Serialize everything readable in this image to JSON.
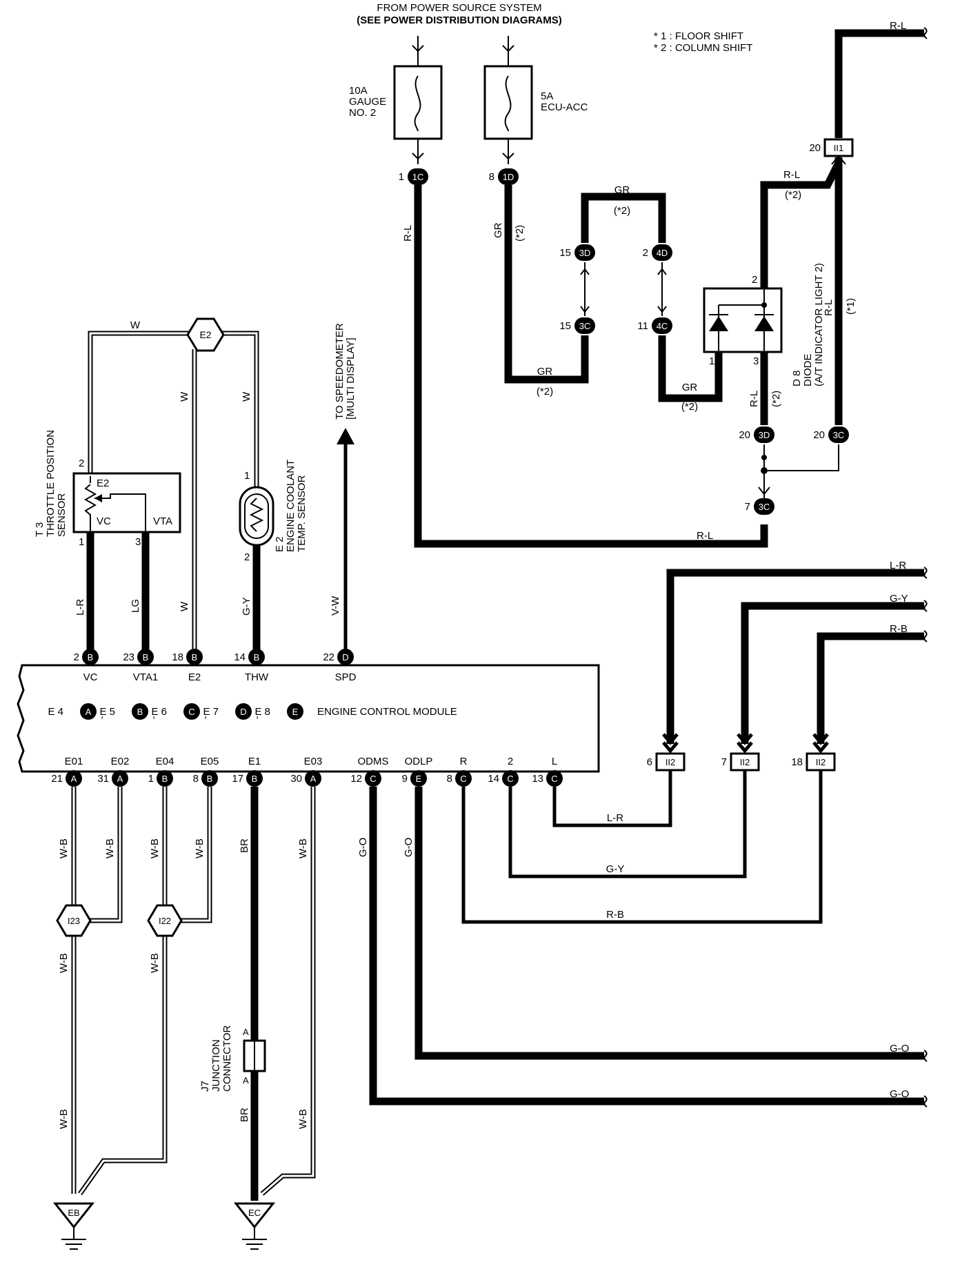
{
  "power": {
    "line1": "FROM POWER SOURCE SYSTEM",
    "line2": "(SEE POWER DISTRIBUTION DIAGRAMS)"
  },
  "notes": [
    "* 1 : FLOOR SHIFT",
    "* 2 : COLUMN SHIFT"
  ],
  "fuses": [
    {
      "label": [
        "10A",
        "GAUGE",
        "NO. 2"
      ]
    },
    {
      "label": [
        "5A",
        "ECU-ACC"
      ]
    }
  ],
  "connectors": {
    "c1C_top": {
      "pin": "1",
      "code": "1C"
    },
    "c1D_top": {
      "pin": "8",
      "code": "1D"
    },
    "c3D_top": {
      "pin": "15",
      "code": "3D"
    },
    "c4D_top": {
      "pin": "2",
      "code": "4D"
    },
    "c3C_mid": {
      "pin": "15",
      "code": "3C"
    },
    "c4C_mid": {
      "pin": "11",
      "code": "4C"
    },
    "c3D_low": {
      "pin": "20",
      "code": "3D"
    },
    "c3C_low": {
      "pin": "20",
      "code": "3C"
    },
    "c3C_bot": {
      "pin": "7",
      "code": "3C"
    },
    "ii1": {
      "pin": "20",
      "code": "II1"
    },
    "ii2a": {
      "pin": "6",
      "code": "II2"
    },
    "ii2b": {
      "pin": "7",
      "code": "II2"
    },
    "ii2c": {
      "pin": "18",
      "code": "II2"
    }
  },
  "wires": {
    "r_l": "R-L",
    "gr": "GR",
    "star1": "(*1)",
    "star2": "(*2)",
    "w": "W",
    "l_r": "L-R",
    "lg": "LG",
    "g_y": "G-Y",
    "v_w": "V-W",
    "r_b": "R-B",
    "w_b": "W-B",
    "br": "BR",
    "g_o": "G-O"
  },
  "diode": {
    "pins": [
      "2",
      "1",
      "3"
    ],
    "label": [
      "D 8",
      "DIODE",
      "(A/T INDICATOR LIGHT 2)"
    ]
  },
  "splices": {
    "e2": "E2",
    "i23": "I23",
    "i22": "I22"
  },
  "throttle": {
    "label": [
      "T 3",
      "THROTTLE POSITION",
      "SENSOR"
    ],
    "pin_top": "2",
    "pin_vc": "1",
    "pin_vta": "3",
    "e2": "E2",
    "vc": "VC",
    "vta": "VTA"
  },
  "coolant": {
    "label": [
      "E 2",
      "ENGINE COOLANT",
      "TEMP. SENSOR"
    ],
    "pin_top": "1",
    "pin_bot": "2"
  },
  "speedo": {
    "label": [
      "TO SPEEDOMETER",
      "[MULTI DISPLAY]"
    ]
  },
  "ecm": {
    "title": "ENGINE CONTROL MODULE",
    "connectors": [
      {
        "name": "E 4",
        "code": "A"
      },
      {
        "name": "E 5",
        "code": "B"
      },
      {
        "name": "E 6",
        "code": "C"
      },
      {
        "name": "E 7",
        "code": "D"
      },
      {
        "name": "E 8",
        "code": "E"
      }
    ],
    "top_pins": [
      {
        "num": "2",
        "code": "B",
        "name": "VC"
      },
      {
        "num": "23",
        "code": "B",
        "name": "VTA1"
      },
      {
        "num": "18",
        "code": "B",
        "name": "E2"
      },
      {
        "num": "14",
        "code": "B",
        "name": "THW"
      },
      {
        "num": "22",
        "code": "D",
        "name": "SPD"
      }
    ],
    "bottom_pins": [
      {
        "num": "21",
        "code": "A",
        "name": "E01"
      },
      {
        "num": "31",
        "code": "A",
        "name": "E02"
      },
      {
        "num": "1",
        "code": "B",
        "name": "E04"
      },
      {
        "num": "8",
        "code": "B",
        "name": "E05"
      },
      {
        "num": "17",
        "code": "B",
        "name": "E1"
      },
      {
        "num": "30",
        "code": "A",
        "name": "E03"
      },
      {
        "num": "12",
        "code": "C",
        "name": "ODMS"
      },
      {
        "num": "9",
        "code": "E",
        "name": "ODLP"
      },
      {
        "num": "8",
        "code": "C",
        "name": "R"
      },
      {
        "num": "14",
        "code": "C",
        "name": "2"
      },
      {
        "num": "13",
        "code": "C",
        "name": "L"
      }
    ]
  },
  "junction": {
    "label": [
      "J7",
      "JUNCTION",
      "CONNECTOR"
    ],
    "pin_a": "A"
  },
  "grounds": {
    "eb": "EB",
    "ec": "EC"
  }
}
